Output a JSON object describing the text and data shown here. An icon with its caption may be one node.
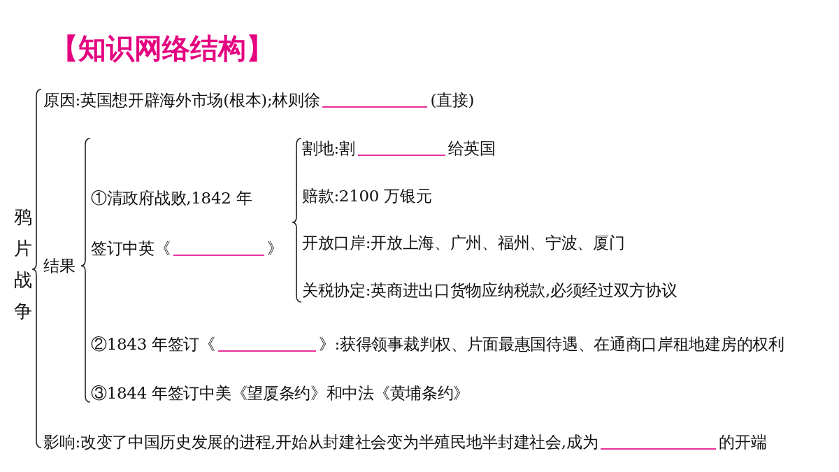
{
  "diagram": {
    "title": "【知识网络结构】",
    "labels": [
      "鸦片战争",
      "原因:英国想开辟海外市场(根本);林则徐",
      "(直接)",
      "结果",
      "①清政府战败,1842 年签订中英《",
      "》",
      "割地:割",
      "给英国",
      "赔款:2100 万银元",
      "开放口岸:开放上海、广州、福州、宁波、厦门",
      "关税协定:英商进出口货物应纳税款,必须经过双方协议",
      "②1843 年签订《",
      "》:获得领事裁判权、片面最惠国待遇、在通商口岸租地建房的权利",
      "③1844 年签订中美《望厦条约》和中法《黄埔条约》",
      "影响:改变了中国历史发展的进程,开始从封建社会变为半殖民地半封建社会,成为",
      "的开端"
    ]
  }
}
